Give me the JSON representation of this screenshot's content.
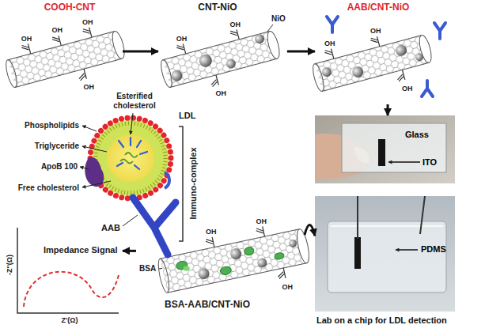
{
  "diagram": {
    "nodes": [
      {
        "text": [
          "COOH-CNT",
          "OH",
          "OH",
          "OH",
          "OH"
        ]
      },
      {
        "text": [
          "CNT-NiO",
          "OH",
          "OH",
          "OH",
          "NiO"
        ]
      },
      {
        "text": [
          "AAB/CNT-NiO",
          "OH",
          "OH",
          "OH"
        ]
      },
      {
        "text": [
          "Glass",
          "ITO"
        ]
      },
      {
        "text": [
          "PDMS",
          "Lab on a chip for LDL detection"
        ]
      },
      {
        "text": [
          "BSA-AAB/CNT-NiO",
          "OH",
          "OH",
          "OH",
          "BSA"
        ]
      },
      {
        "text": [
          "Impedance Signal",
          "-Z''(Ω)",
          "Z'(Ω)"
        ]
      }
    ],
    "edges": [
      {
        "from": 0,
        "to": 1,
        "arrow": "to"
      },
      {
        "from": 1,
        "to": 2,
        "arrow": "to"
      },
      {
        "from": 2,
        "to": 3,
        "arrow": "to"
      },
      {
        "from": 5,
        "to": 4,
        "arrow": "to"
      },
      {
        "from": 5,
        "to": 6,
        "arrow": "to"
      }
    ],
    "labels": [
      "Esterified cholesterol",
      "Phospholipids",
      "Triglyceride",
      "ApoB 100",
      "Free cholesterol",
      "LDL",
      "Immuno-complex",
      "AAB"
    ]
  }
}
